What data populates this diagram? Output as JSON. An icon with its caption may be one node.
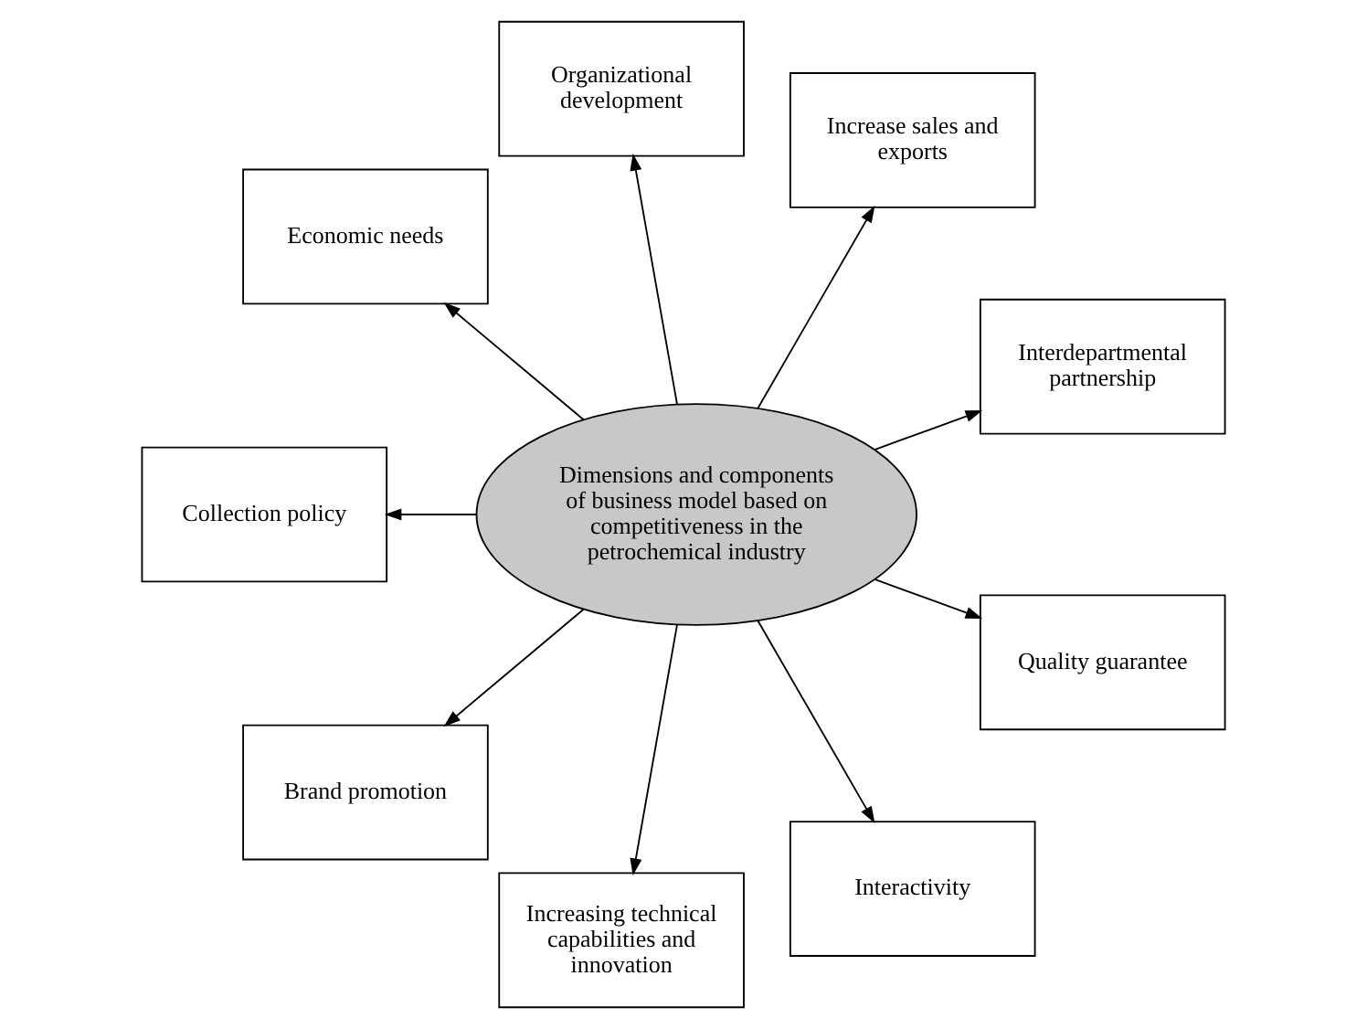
{
  "diagram": {
    "nodes": [
      {
        "text": [
          "Dimensions and components of business model based on competitiveness in the petrochemical industry"
        ]
      },
      {
        "text": [
          "Interdepartmental partnership"
        ]
      },
      {
        "text": [
          "Increase sales and exports"
        ]
      },
      {
        "text": [
          "Organizational development"
        ]
      },
      {
        "text": [
          "Economic needs"
        ]
      },
      {
        "text": [
          "Collection policy"
        ]
      },
      {
        "text": [
          "Brand promotion"
        ]
      },
      {
        "text": [
          "Increasing technical capabilities and innovation"
        ]
      },
      {
        "text": [
          "Interactivity"
        ]
      },
      {
        "text": [
          "Quality guarantee"
        ]
      }
    ],
    "edges": [
      {
        "from": 0,
        "to": 1,
        "arrow": "to"
      },
      {
        "from": 0,
        "to": 2,
        "arrow": "to"
      },
      {
        "from": 0,
        "to": 3,
        "arrow": "to"
      },
      {
        "from": 0,
        "to": 4,
        "arrow": "to"
      },
      {
        "from": 0,
        "to": 5,
        "arrow": "to"
      },
      {
        "from": 0,
        "to": 6,
        "arrow": "to"
      },
      {
        "from": 0,
        "to": 7,
        "arrow": "to"
      },
      {
        "from": 0,
        "to": 8,
        "arrow": "to"
      },
      {
        "from": 0,
        "to": 9,
        "arrow": "to"
      }
    ]
  }
}
